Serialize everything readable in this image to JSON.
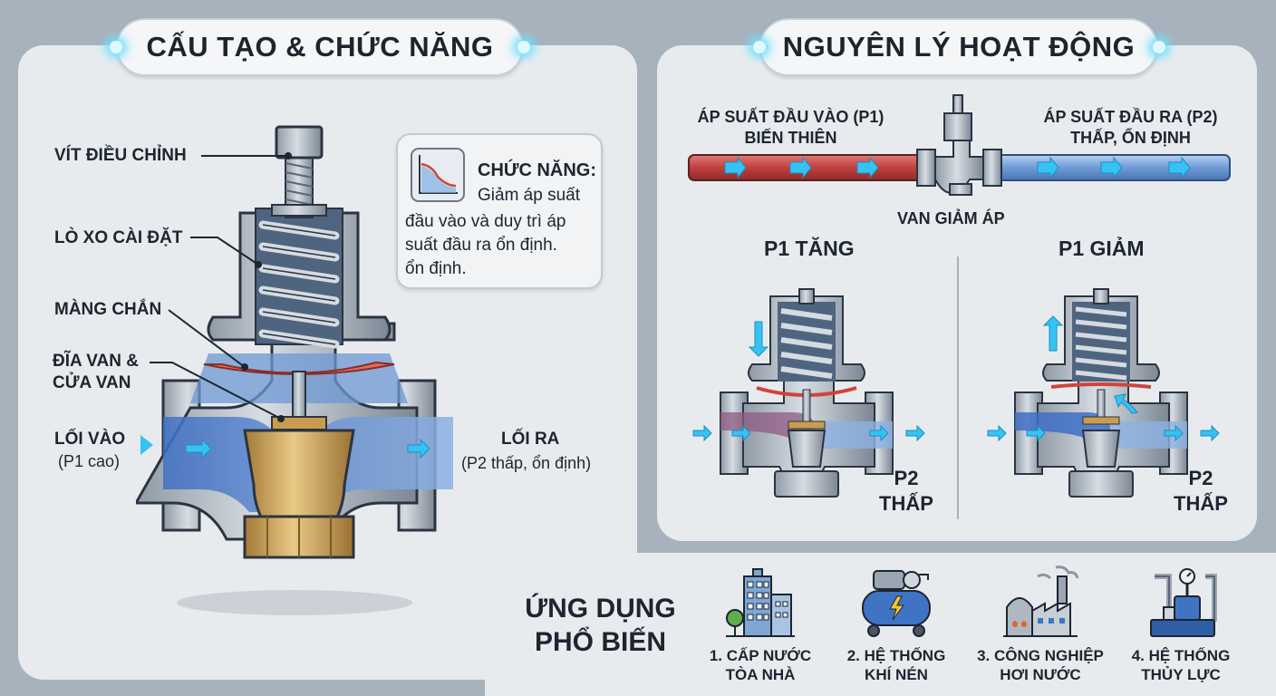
{
  "left": {
    "title": "CẤU TẠO & CHỨC NĂNG",
    "labels": {
      "screw": "VÍT ĐIỀU CHỈNH",
      "spring": "LÒ XO CÀI ĐẶT",
      "diaphragm": "MÀNG CHẮN",
      "disc_line1": "ĐĨA VAN &",
      "disc_line2": "CỬA VAN",
      "inlet": "LỐI VÀO",
      "inlet_sub": "(P1 cao)",
      "outlet": "LỐI RA",
      "outlet_sub": "(P2 thấp, ổn định)"
    },
    "function": {
      "heading": "CHỨC NĂNG:",
      "line1": "Giảm áp suất",
      "line2": "đầu vào và duy trì áp",
      "line3": "suất đầu ra ổn định.",
      "line4": "ổn định."
    }
  },
  "right": {
    "title": "NGUYÊN LÝ HOẠT ĐỘNG",
    "inlet_line1": "ÁP SUẤT ĐẦU VÀO (P1)",
    "inlet_line2": "BIẾN THIÊN",
    "outlet_line1": "ÁP SUẤT ĐẦU RA (P2)",
    "outlet_line2": "THẤP, ỔN ĐỊNH",
    "valve_label": "VAN GIẢM ÁP",
    "case_increase": "P1 TĂNG",
    "case_decrease": "P1 GIẢM",
    "p2_line1": "P2",
    "p2_line2": "THẤP"
  },
  "apps": {
    "title_line1": "ỨNG DỤNG",
    "title_line2": "PHỔ BIẾN",
    "items": [
      {
        "line1": "1. CẤP NƯỚC",
        "line2": "TÒA NHÀ",
        "icon": "building-icon"
      },
      {
        "line1": "2. HỆ THỐNG",
        "line2": "KHÍ NÉN",
        "icon": "air-compressor-icon"
      },
      {
        "line1": "3. CÔNG NGHIỆP",
        "line2": "HƠI NƯỚC",
        "icon": "factory-steam-icon"
      },
      {
        "line1": "4. HỆ THỐNG",
        "line2": "THỦY LỰC",
        "icon": "hydraulic-system-icon"
      }
    ]
  },
  "colors": {
    "inlet_pipe": "#c8504f",
    "outlet_pipe": "#7fa9de",
    "brass": "#c9a460",
    "flow_arrow": "#35c3f3"
  }
}
